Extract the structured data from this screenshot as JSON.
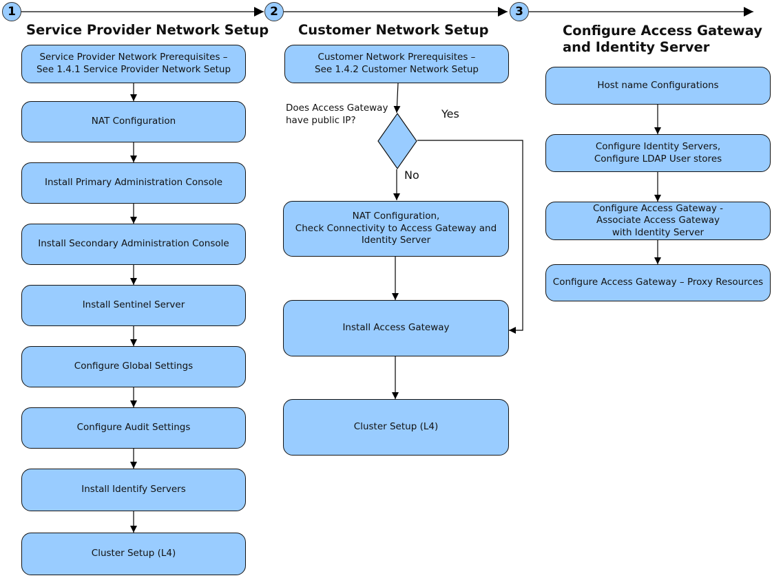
{
  "colors": {
    "box_fill": "#99ccff",
    "stroke": "#111111"
  },
  "steps": [
    {
      "number": "1",
      "title": "Service Provider Network Setup"
    },
    {
      "number": "2",
      "title": "Customer Network Setup"
    },
    {
      "number": "3",
      "title": "Configure Access Gateway\n and Identity Server"
    }
  ],
  "column1": {
    "boxes": [
      "Service Provider Network Prerequisites –\nSee 1.4.1 Service Provider Network Setup",
      "NAT Configuration",
      "Install Primary Administration Console",
      "Install Secondary  Administration Console",
      "Install Sentinel Server",
      "Configure Global Settings",
      "Configure Audit Settings",
      "Install Identify Servers",
      "Cluster Setup (L4)"
    ]
  },
  "column2": {
    "prereq": "Customer Network Prerequisites –\nSee 1.4.2 Customer Network Setup",
    "decision": "Does Access Gateway\n have public  IP?",
    "yes_label": "Yes",
    "no_label": "No",
    "nat": "NAT Configuration,\nCheck  Connectivity to Access Gateway and\nIdentity Server",
    "install_ag": "Install Access Gateway",
    "cluster": "Cluster Setup (L4)"
  },
  "column3": {
    "boxes": [
      "Host name Configurations",
      "Configure Identity Servers,\nConfigure LDAP User stores",
      "Configure Access Gateway -\nAssociate Access Gateway\nwith Identity Server",
      "Configure  Access Gateway – Proxy Resources"
    ]
  }
}
